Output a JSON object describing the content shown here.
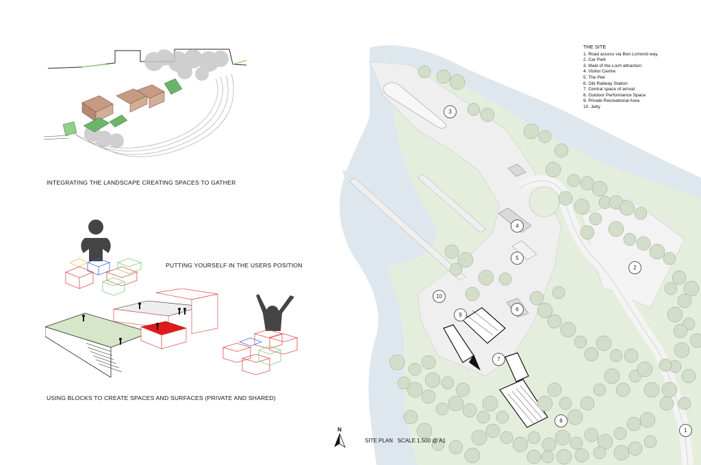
{
  "captions": {
    "landscape": "INTEGRATING THE LANDSCAPE CREATING SPACES TO GATHER",
    "users_position": "PUTTING YOURSELF IN THE USERS POSITION",
    "blocks": "USING BLOCKS TO CREATE SPACES AND SURFACES (PRIVATE AND SHARED)"
  },
  "legend": {
    "title": "THE SITE",
    "items": [
      "1.  Road access via Ben Lomond way.",
      "2.  Car Park",
      "3.  Maid of the Loch attraction",
      "4.  Visitor Centre",
      "5.  The Pier",
      "6.  Old Railway Station",
      "7.  Central space of arrival",
      "8.  Outdoor Performance Space",
      "9.  Private Recreational Area",
      "10. Jetty"
    ]
  },
  "site_labels": [
    "1",
    "2",
    "3",
    "4",
    "5",
    "6",
    "7",
    "8",
    "9",
    "10"
  ],
  "north": {
    "label": "N",
    "icon": "north-arrow-icon"
  },
  "site_plan": {
    "label": "SITE PLAN",
    "scale": "SCALE 1.500 @ A1"
  },
  "colors": {
    "water": "#dfe7ee",
    "grass": "#e5eedd",
    "path": "#efefef",
    "tree": "#cfdcc6",
    "brick": "#c79a82",
    "green_roof": "#6db46b",
    "red_surface": "#e01a1a"
  }
}
